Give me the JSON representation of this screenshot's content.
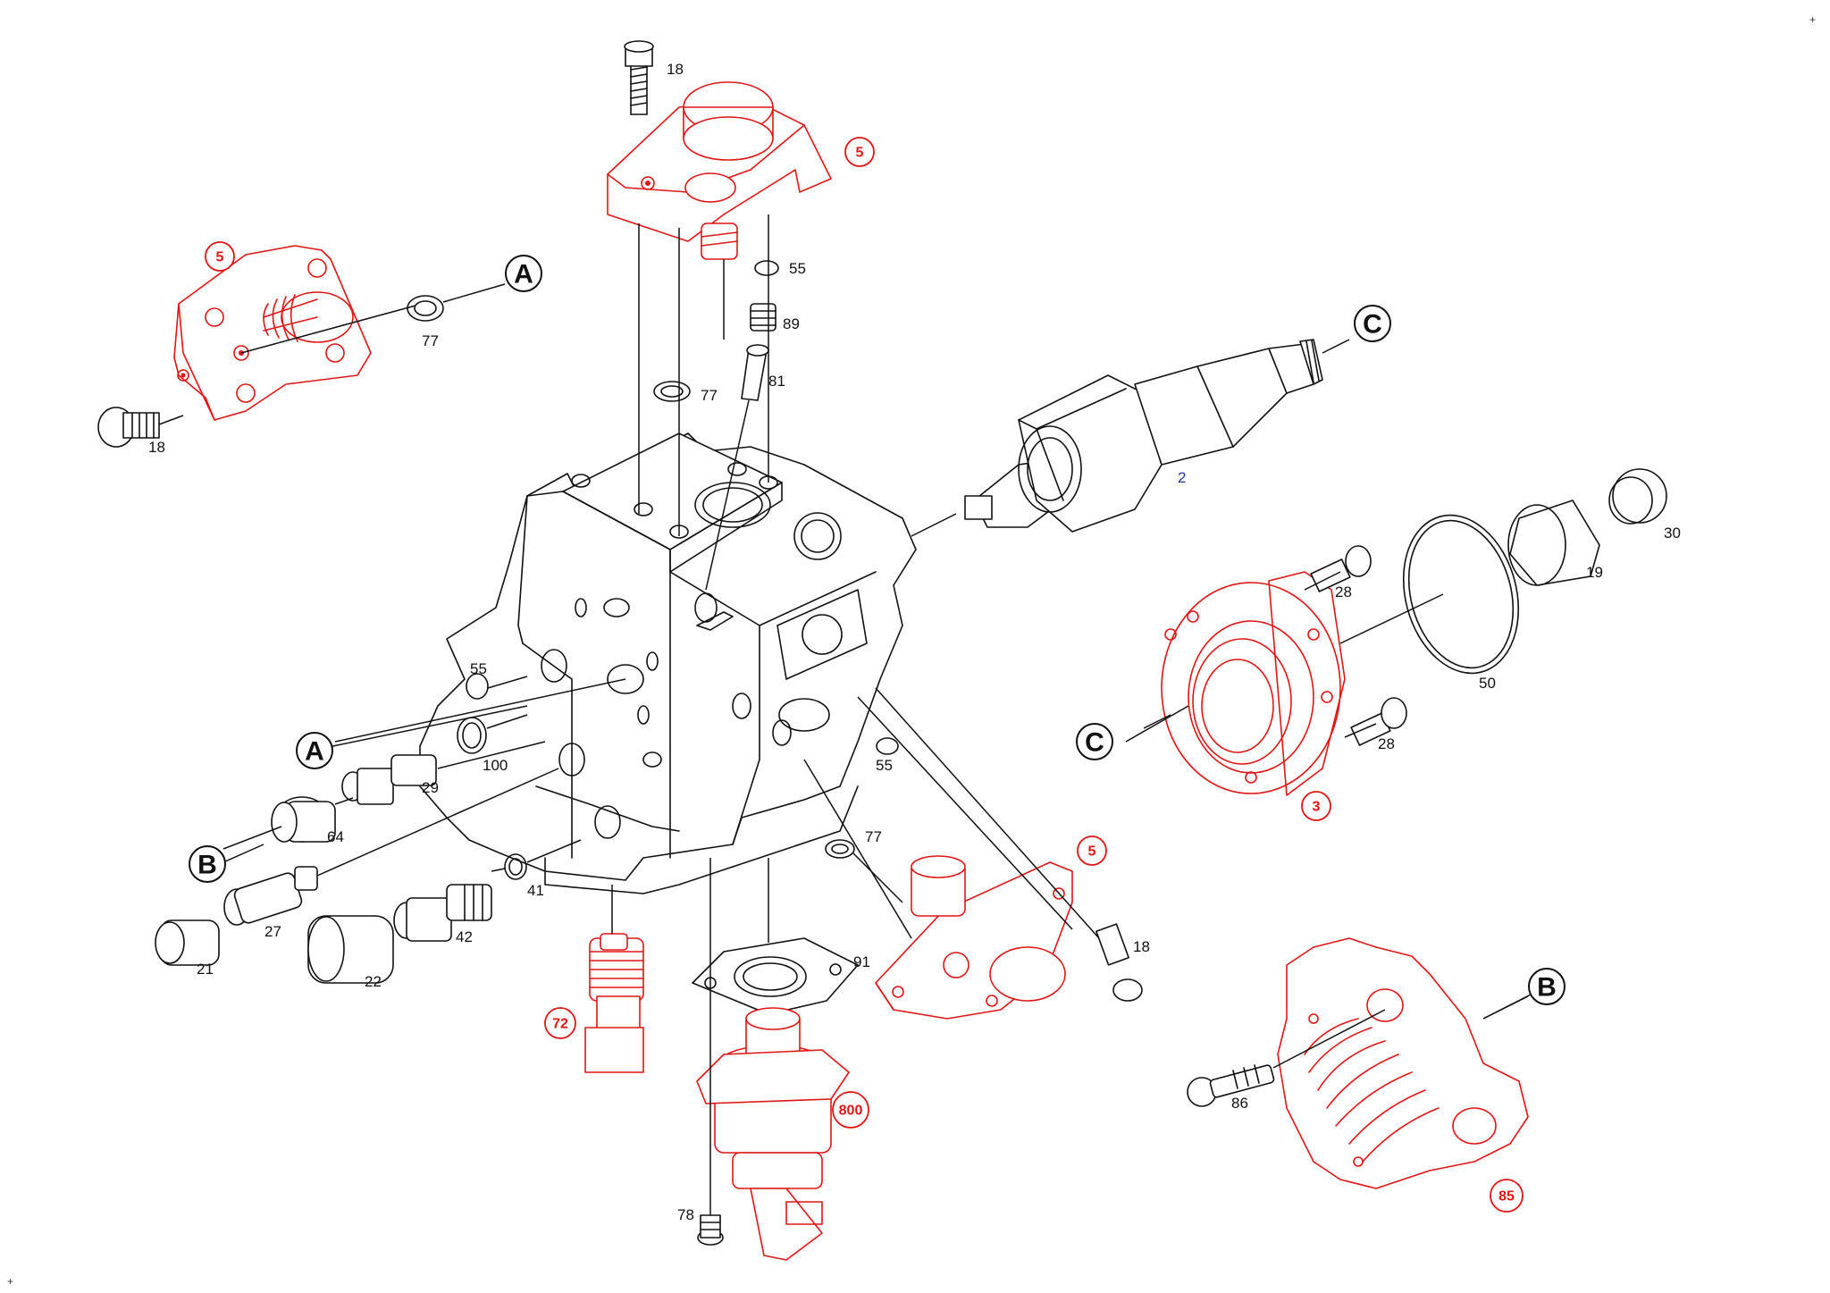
{
  "labels": {
    "p18_top": "18",
    "p5_top": "5",
    "p55_top": "55",
    "p89": "89",
    "p81": "81",
    "p77_top": "77",
    "p5_left": "5",
    "p77_left": "77",
    "p18_left": "18",
    "p2": "2",
    "p28_top": "28",
    "p30": "30",
    "p19": "19",
    "p50": "50",
    "p28_bottom": "28",
    "p3": "3",
    "p55_left": "55",
    "p100": "100",
    "p29": "29",
    "p64": "64",
    "p27": "27",
    "p21": "21",
    "p41": "41",
    "p42": "42",
    "p22": "22",
    "p72": "72",
    "p55_right": "55",
    "p77_right": "77",
    "p5_right": "5",
    "p18_right": "18",
    "p91": "91",
    "p800": "800",
    "p78": "78",
    "p86": "86",
    "p85": "85"
  },
  "connectors": {
    "A_top": "A",
    "A_left": "A",
    "B_left": "B",
    "B_right": "B",
    "C_top": "C",
    "C_left": "C"
  },
  "corner_marks": {
    "top_right": "+",
    "bottom_left": "+"
  },
  "colors": {
    "highlight": "#e01515",
    "line": "#111111",
    "blue_label": "#2233aa",
    "background": "#ffffff"
  }
}
